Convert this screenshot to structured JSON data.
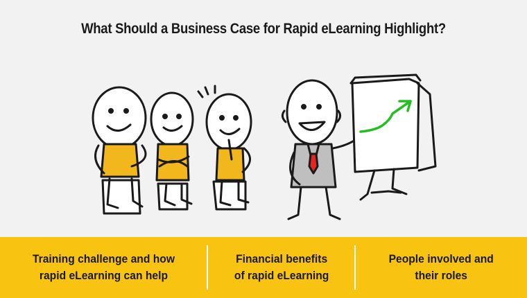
{
  "header": {
    "title": "What Should a Business Case for Rapid eLearning Highlight?"
  },
  "illustration": {
    "description_icon": "presenter-with-growth-chart-icon"
  },
  "highlights": [
    {
      "label": "Training challenge and how\nrapid eLearning can help"
    },
    {
      "label": "Financial benefits\nof rapid eLearning"
    },
    {
      "label": "People involved and\ntheir roles"
    }
  ],
  "colors": {
    "background": "#f2f2f2",
    "band": "#f9c411",
    "accent_arrow": "#22c01e",
    "tie": "#e5261f"
  }
}
